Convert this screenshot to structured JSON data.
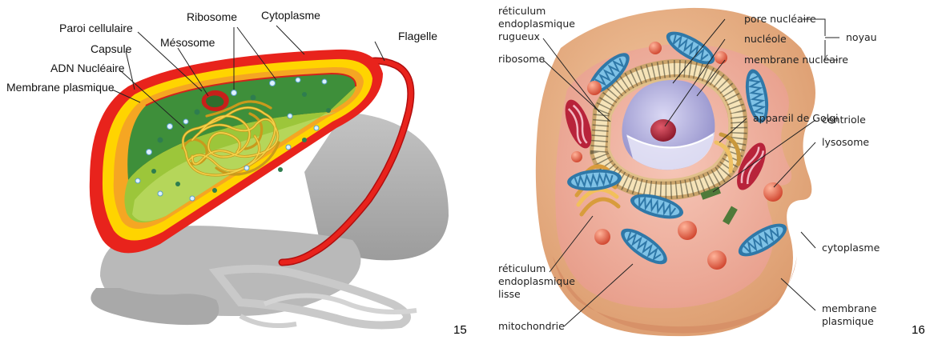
{
  "bacterium": {
    "labels": {
      "ribosome": "Ribosome",
      "cytoplasme": "Cytoplasme",
      "paroi": "Paroi cellulaire",
      "mesosome": "Mésosome",
      "flagelle": "Flagelle",
      "capsule": "Capsule",
      "adn": "ADN Nucléaire",
      "membrane": "Membrane plasmique"
    },
    "page_number": "15"
  },
  "animal_cell": {
    "labels": {
      "rer_1": "réticulum",
      "rer_2": "endoplasmique",
      "rer_3": "rugueux",
      "ribosome": "ribosome",
      "pore": "pore nucléaire",
      "nucleole": "nucléole",
      "membrane_nucleaire": "membrane nucléaire",
      "noyau": "noyau",
      "golgi": "appareil de Golgi",
      "centriole": "centriole",
      "lysosome": "lysosome",
      "cytoplasme": "cytoplasme",
      "rel_1": "réticulum",
      "rel_2": "endoplasmique",
      "rel_3": "lisse",
      "mitochondrie": "mitochondrie",
      "membrane_1": "membrane",
      "membrane_2": "plasmique"
    },
    "page_number": "16"
  },
  "colors": {
    "capsule_red": "#e8231c",
    "cell_wall_yellow": "#ffd400",
    "cytoplasm_green": "#9cc63a",
    "dna_yellow": "#f0c238",
    "shadow_grey": "#b9b9b9",
    "cell_peach": "#efb98e",
    "cytoplasm_pink": "#f2b5a6",
    "mitochondria_blue": "#3f8fc0",
    "nucleus_lilac": "#b9b6e0"
  }
}
